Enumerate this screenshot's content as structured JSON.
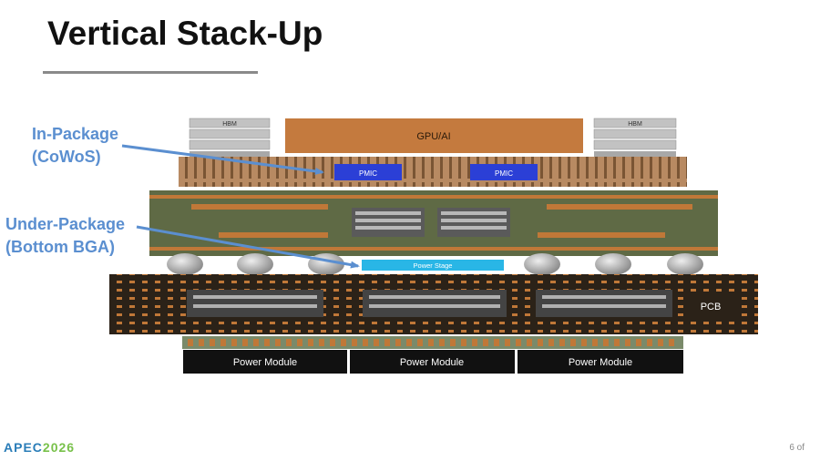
{
  "title": "Vertical Stack-Up",
  "callouts": {
    "in_package": {
      "line1": "In-Package",
      "line2": "(CoWoS)"
    },
    "under_package": {
      "line1": "Under-Package",
      "line2": "(Bottom BGA)"
    }
  },
  "diagram": {
    "hbm_label": "HBM",
    "gpu_label": "GPU/AI",
    "pmic_label": "PMIC",
    "power_stage_label": "Power Stage",
    "pcb_label": "PCB",
    "power_module_label": "Power Module"
  },
  "footer": {
    "logo_text": "APEC",
    "logo_year": "2026",
    "page": "6 of"
  },
  "colors": {
    "callout_blue": "#5b8fd0",
    "gpu_orange": "#c47a3e",
    "pmic_blue": "#2b3fd6",
    "power_stage_cyan": "#29b6e6",
    "substrate_green": "#5f6a45",
    "copper": "#c07838",
    "pcb_dark": "#2b2218",
    "module_black": "#111111"
  }
}
